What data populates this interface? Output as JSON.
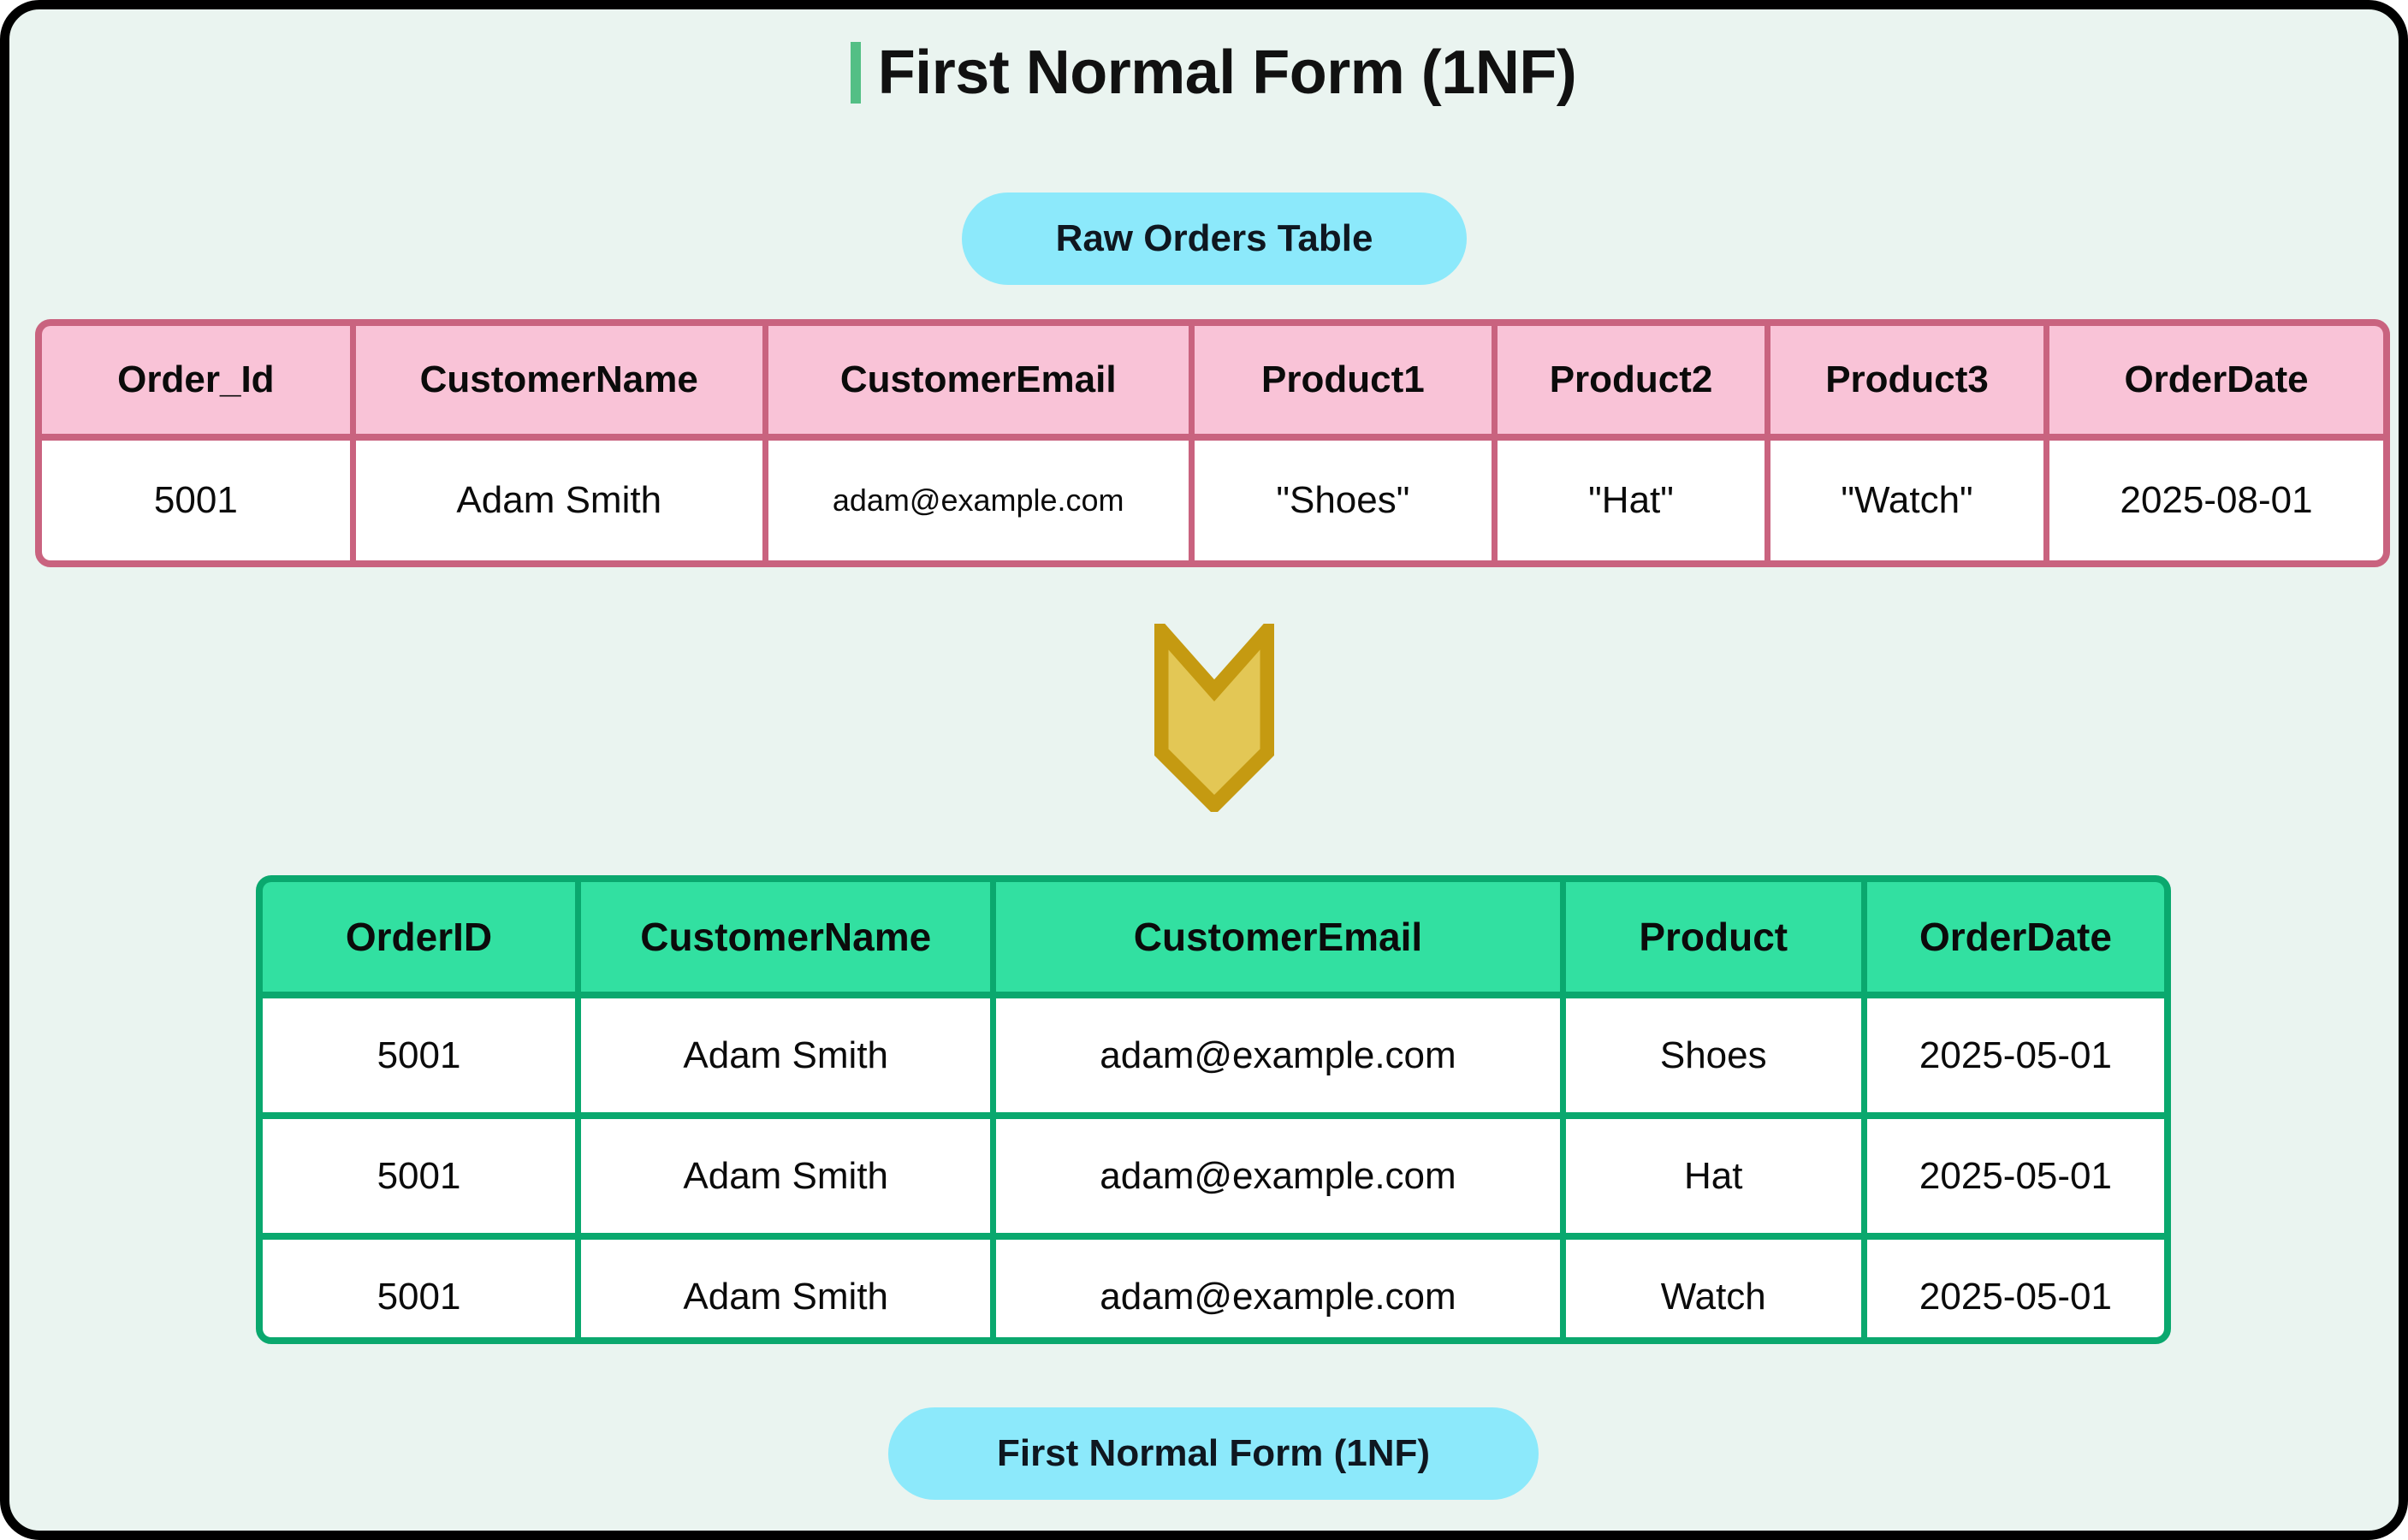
{
  "page": {
    "title": "First Normal Form (1NF)",
    "background_color": "#eaf4f0",
    "frame_border_color": "#000000",
    "title_accent_color": "#53bf85"
  },
  "badges": {
    "top_label": "Raw Orders Table",
    "bottom_label": "First Normal Form (1NF)",
    "color": "#8ce9fb"
  },
  "arrow": {
    "icon": "down-chevron-banner-icon",
    "fill_color": "#e3c755",
    "stroke_color": "#c59a11"
  },
  "raw_table": {
    "name": "Raw Orders Table",
    "header_color": "#f9c3d7",
    "border_color": "#c9637f",
    "columns": [
      "Order_Id",
      "CustomerName",
      "CustomerEmail",
      "Product1",
      "Product2",
      "Product3",
      "OrderDate"
    ],
    "rows": [
      [
        "5001",
        "Adam Smith",
        "adam@example.com",
        "\"Shoes\"",
        "\"Hat\"",
        "\"Watch\"",
        "2025-08-01"
      ]
    ]
  },
  "normalized_table": {
    "name": "First Normal Form (1NF)",
    "header_color": "#32e0a1",
    "border_color": "#0aa86e",
    "columns": [
      "OrderID",
      "CustomerName",
      "CustomerEmail",
      "Product",
      "OrderDate"
    ],
    "rows": [
      [
        "5001",
        "Adam Smith",
        "adam@example.com",
        "Shoes",
        "2025-05-01"
      ],
      [
        "5001",
        "Adam Smith",
        "adam@example.com",
        "Hat",
        "2025-05-01"
      ],
      [
        "5001",
        "Adam Smith",
        "adam@example.com",
        "Watch",
        "2025-05-01"
      ]
    ]
  }
}
